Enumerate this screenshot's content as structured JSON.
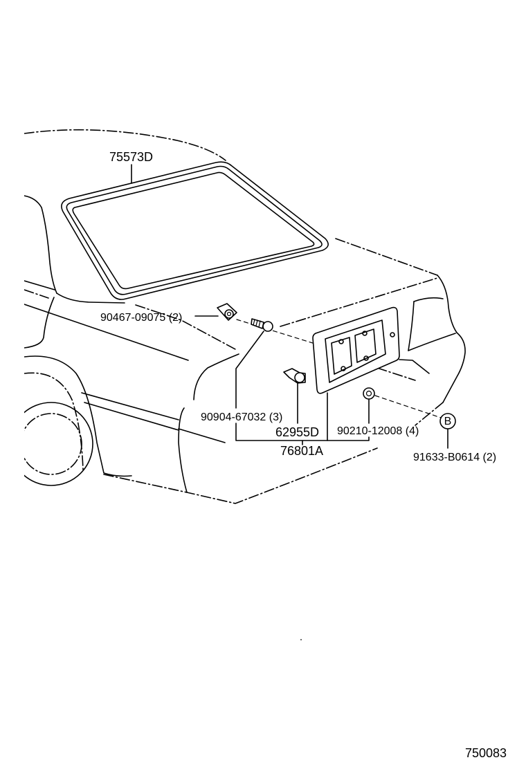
{
  "diagram": {
    "callouts": {
      "rear_window_weatherstrip": "75573D",
      "clip_upper": "90467-09075 (2)",
      "screw": "90904-67032 (3)",
      "clip_lower": "62955D",
      "nut": "90210-12008 (4)",
      "license_bracket": "76801A",
      "ref_marker": "B",
      "ref_bolt": "91633-B0614 (2)"
    },
    "illustration_number": "750083"
  }
}
